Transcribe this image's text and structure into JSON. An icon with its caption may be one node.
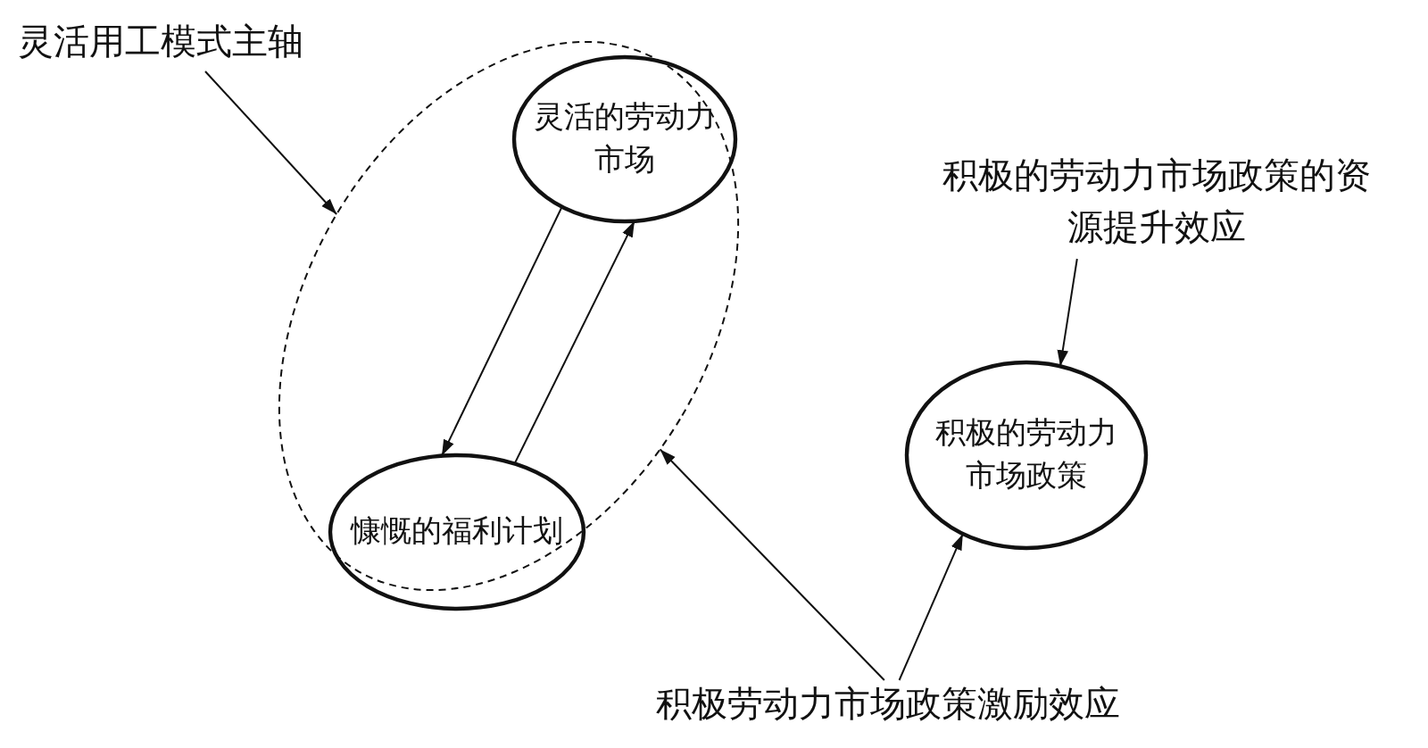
{
  "diagram": {
    "nodes": [
      {
        "text": [
          "灵活用工模式主轴"
        ]
      },
      {
        "text": [],
        "shape": "ellipse"
      },
      {
        "text": [
          "灵活的劳动力市场"
        ],
        "in": 1
      },
      {
        "text": [
          "慷慨的福利计划"
        ],
        "in": 1
      },
      {
        "text": [
          "积极的劳动力市场政策的资源提升效应"
        ]
      },
      {
        "text": [
          "积极的劳动力市场政策"
        ]
      },
      {
        "text": [
          "积极劳动力市场政策激励效应"
        ]
      }
    ],
    "edges": [
      {
        "from": 0,
        "to": 1,
        "arrow": "to"
      },
      {
        "from": 2,
        "to": 3,
        "arrow": "to"
      },
      {
        "from": 3,
        "to": 2,
        "arrow": "to"
      },
      {
        "from": 4,
        "to": 5,
        "arrow": "to"
      },
      {
        "from": 6,
        "to": 1,
        "arrow": "to"
      },
      {
        "from": 6,
        "to": 5,
        "arrow": "to"
      }
    ]
  }
}
